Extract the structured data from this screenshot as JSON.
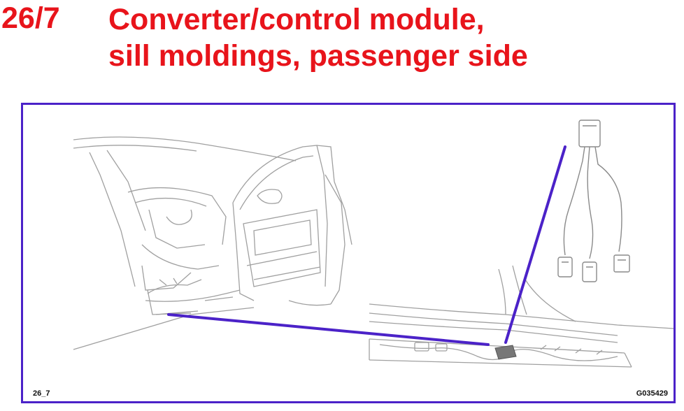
{
  "header": {
    "number": "26/7",
    "title_line1": "Converter/control module,",
    "title_line2": "sill moldings, passenger side"
  },
  "figure": {
    "label_left": "26_7",
    "label_right": "G035429"
  },
  "colors": {
    "title": "#e8141b",
    "frame": "#4b22c8",
    "callout": "#4b22c8",
    "linework": "#9a9a9a"
  }
}
